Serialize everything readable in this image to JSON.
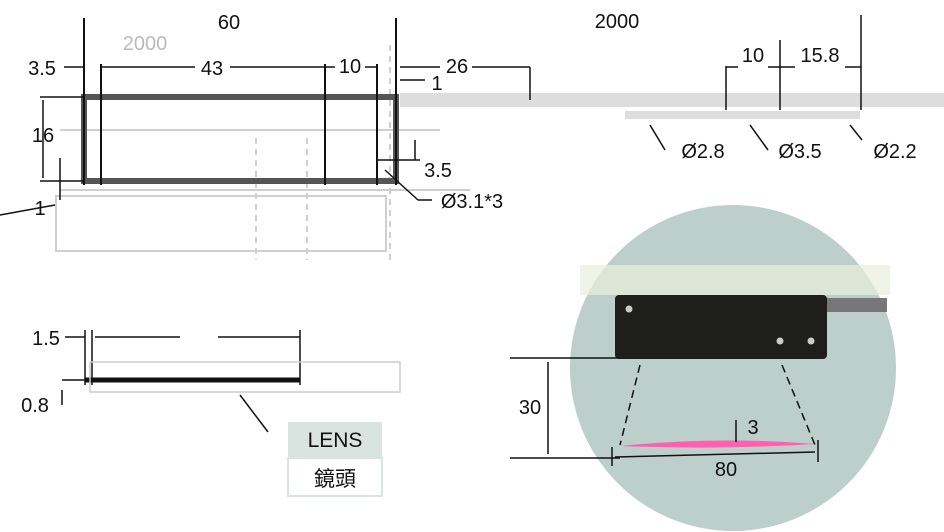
{
  "title_dimension": "60",
  "drawing_top": {
    "cable_length": "2000",
    "offset_left": "3.5",
    "body_length": "43",
    "segment": "10",
    "cable_exit": "26",
    "gap": "1",
    "height": "16",
    "bottom_offset": "1",
    "hole_offset": "3.5",
    "hole_spec": "Ø3.1*3"
  },
  "cable_drawing": {
    "length": "2000",
    "segment_a": "10",
    "segment_b": "15.8",
    "diameters": [
      "Ø2.8",
      "Ø3.5",
      "Ø2.2"
    ]
  },
  "side_view": {
    "dim_a": "1.5",
    "dim_b": "0.8"
  },
  "legend": {
    "en": "LENS",
    "zh": "鏡頭"
  },
  "photo_inset": {
    "distance": "30",
    "beam_width": "3",
    "beam_length": "80",
    "beam_color": "#ff5fb0",
    "background": "#bccfca",
    "sensor_color": "#1e1e1c"
  }
}
